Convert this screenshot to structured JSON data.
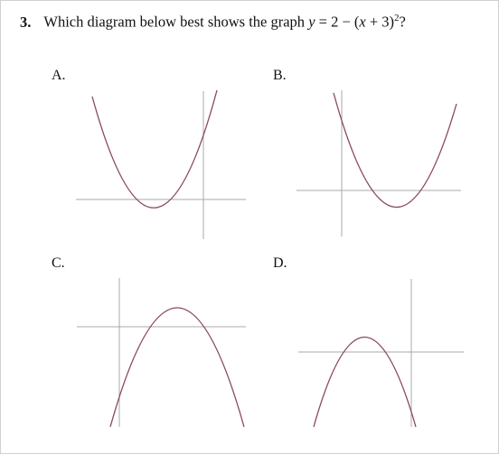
{
  "question": {
    "number": "3.",
    "text_prefix": "Which diagram below best shows the graph ",
    "equation_y": "y",
    "equation_mid": " = 2 − (",
    "equation_x": "x",
    "equation_end": " + 3)",
    "exponent": "2",
    "question_mark": "?"
  },
  "options": [
    {
      "label": "A."
    },
    {
      "label": "B."
    },
    {
      "label": "C."
    },
    {
      "label": "D."
    }
  ],
  "colors": {
    "curve": "#8a4a57",
    "axis": "#a8a8a8"
  }
}
